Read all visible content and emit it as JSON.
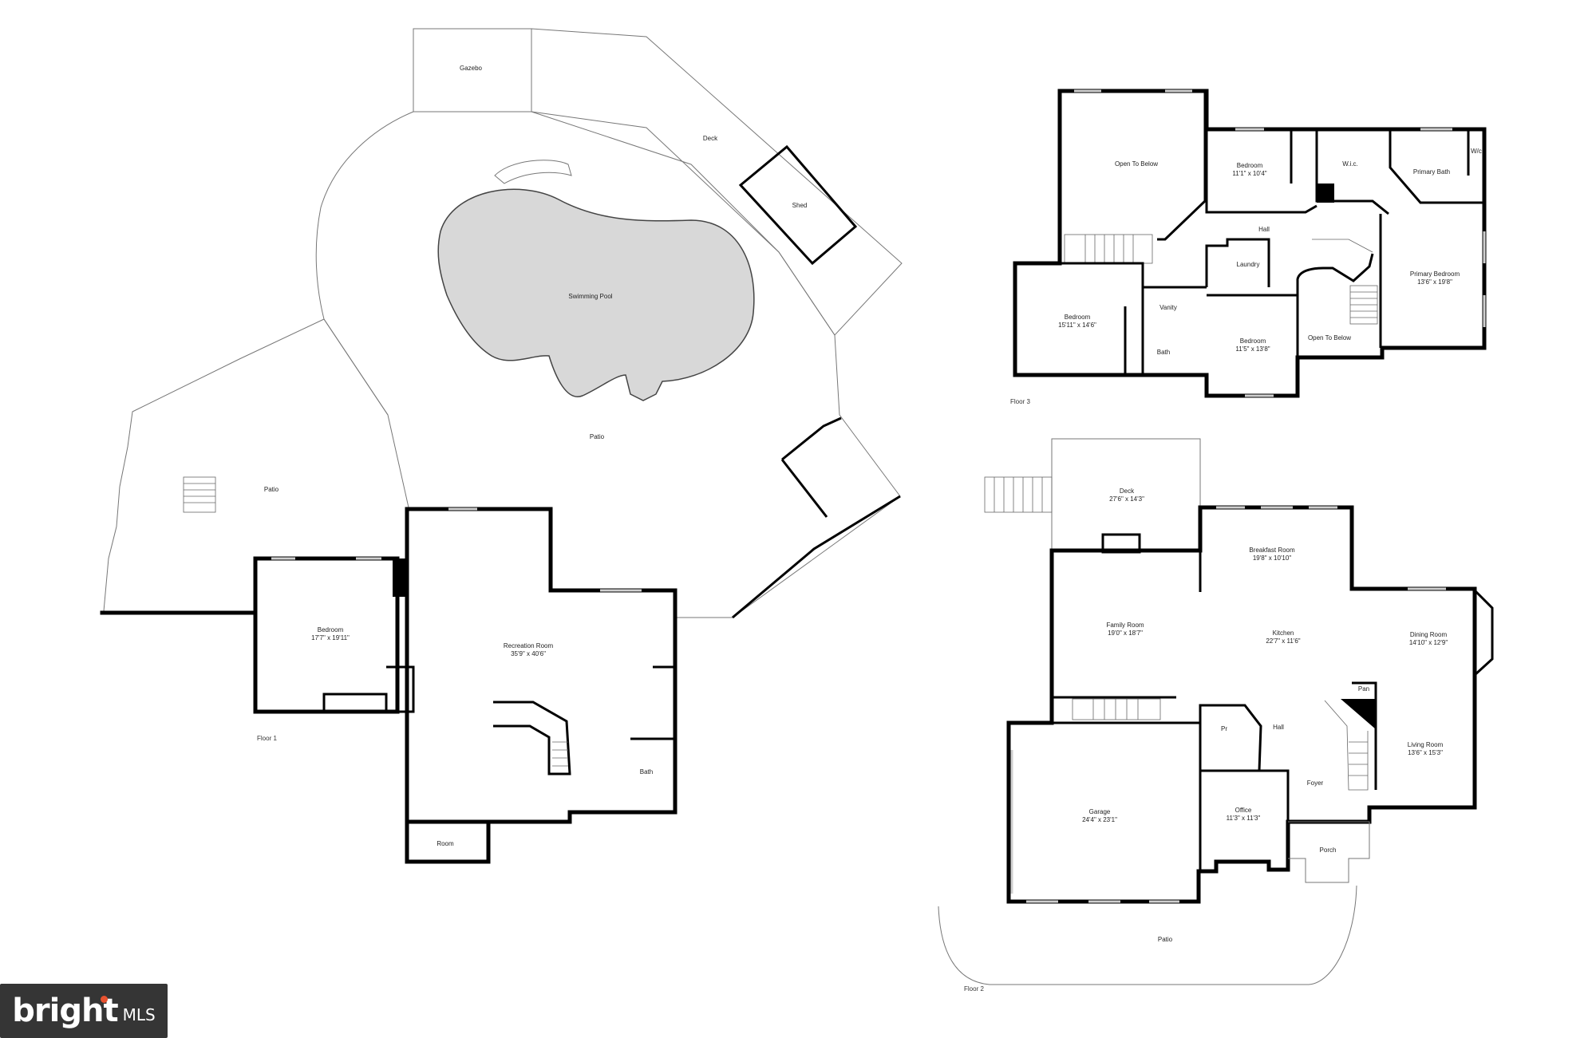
{
  "floors": {
    "floor1": {
      "label": "Floor 1",
      "rooms": {
        "gazebo": "Gazebo",
        "deck": "Deck",
        "shed": "Shed",
        "pool": "Swimming Pool",
        "patio_main": "Patio",
        "patio_west": "Patio",
        "bedroom": "Bedroom",
        "bedroom_dim": "17'7\" x 19'11\"",
        "rec_room": "Recreation Room",
        "rec_room_dim": "35'9\" x 40'6\"",
        "bath": "Bath",
        "room": "Room"
      }
    },
    "floor2": {
      "label": "Floor 2",
      "rooms": {
        "deck": "Deck",
        "deck_dim": "27'6\" x 14'3\"",
        "breakfast": "Breakfast Room",
        "breakfast_dim": "19'8\" x 10'10\"",
        "family": "Family Room",
        "family_dim": "19'0\" x 18'7\"",
        "kitchen": "Kitchen",
        "kitchen_dim": "22'7\" x 11'6\"",
        "dining": "Dining Room",
        "dining_dim": "14'10\" x 12'9\"",
        "pan": "Pan",
        "pr": "Pr",
        "hall": "Hall",
        "living": "Living Room",
        "living_dim": "13'6\" x 15'3\"",
        "foyer": "Foyer",
        "garage": "Garage",
        "garage_dim": "24'4\" x 23'1\"",
        "office": "Office",
        "office_dim": "11'3\" x 11'3\"",
        "porch": "Porch",
        "patio": "Patio"
      }
    },
    "floor3": {
      "label": "Floor 3",
      "rooms": {
        "open_below_1": "Open To Below",
        "bedroom_a": "Bedroom",
        "bedroom_a_dim": "11'1\" x 10'4\"",
        "wic": "W.i.c.",
        "primary_bath": "Primary Bath",
        "wc": "W/c",
        "hall": "Hall",
        "laundry": "Laundry",
        "primary_bedroom": "Primary Bedroom",
        "primary_bedroom_dim": "13'6\" x 19'8\"",
        "bedroom_b": "Bedroom",
        "bedroom_b_dim": "15'11\" x 14'6\"",
        "vanity": "Vanity",
        "bath": "Bath",
        "bedroom_c": "Bedroom",
        "bedroom_c_dim": "11'5\" x 13'8\"",
        "open_below_2": "Open To Below"
      }
    }
  },
  "brand": {
    "name": "bright",
    "suffix": "MLS",
    "accent": "#e8522f"
  }
}
